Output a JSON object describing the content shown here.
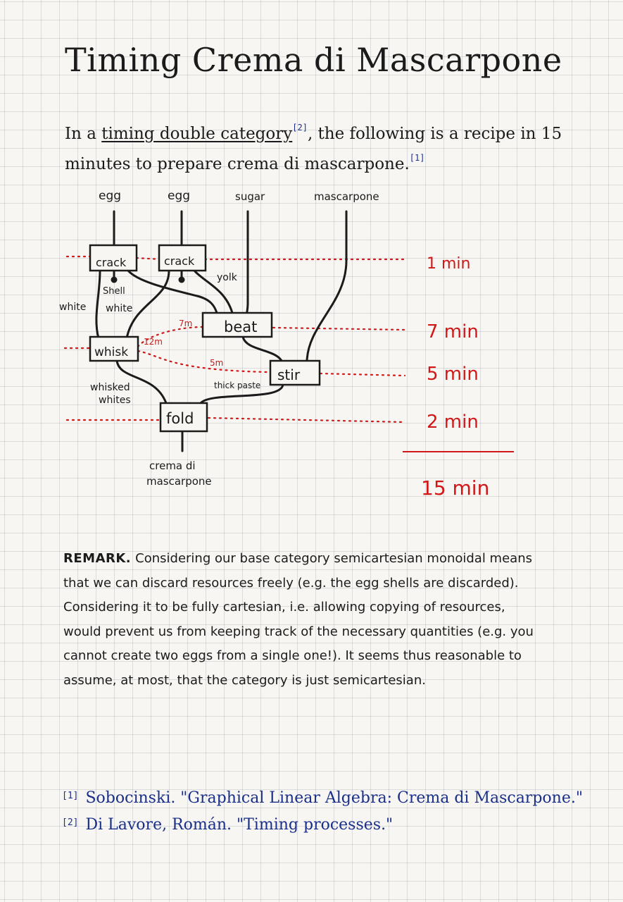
{
  "title": "Timing Crema di Mascarpone",
  "intro": {
    "part1": "In a ",
    "term": "timing double category",
    "term_cite": "[2]",
    "part2": ", the following is a recipe in 15 minutes to prepare crema di mascarpone.",
    "end_cite": "[1]"
  },
  "diagram": {
    "inputs": [
      "egg",
      "egg",
      "sugar",
      "mascarpone"
    ],
    "boxes": {
      "crack1": "crack",
      "crack2": "crack",
      "beat": "beat",
      "whisk": "whisk",
      "stir": "stir",
      "fold": "fold"
    },
    "wire_labels": {
      "shell": "Shell",
      "white_left": "white",
      "white_mid": "white",
      "yolk": "yolk",
      "whisked_1": "whisked",
      "whisked_2": "whites",
      "thick_paste": "thick paste"
    },
    "output_1": "crema di",
    "output_2": "mascarpone",
    "timing_labels": {
      "t7m": "7m",
      "t12m": "12m",
      "t5m": "5m"
    },
    "durations": [
      "1 min",
      "7 min",
      "5 min",
      "2 min"
    ],
    "total": "15 min",
    "colors": {
      "ink": "#1b1b1b",
      "red": "#d01818",
      "blue": "#1a2f8a"
    }
  },
  "remark": {
    "lead": "REMARK.",
    "text": "Considering our base category semicartesian monoidal means that we can discard resources freely (e.g. the egg shells are discarded). Considering it to be fully cartesian, i.e. allowing copying of resources, would prevent us from keeping track of the necessary quantities (e.g. you cannot create two eggs from a single one!). It seems thus reasonable to assume, at most, that the category is just semicartesian."
  },
  "references": [
    {
      "num": "[1]",
      "text": "Sobocinski. \"Graphical Linear Algebra: Crema di Mascarpone.\""
    },
    {
      "num": "[2]",
      "text": "Di Lavore, Román. \"Timing processes.\""
    }
  ]
}
